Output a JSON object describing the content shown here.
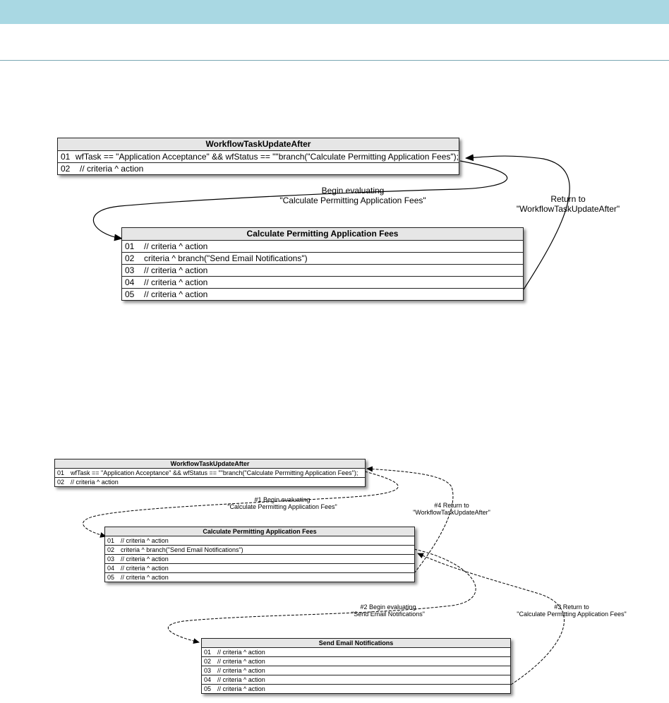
{
  "diagram1": {
    "main": {
      "title": "WorkflowTaskUpdateAfter",
      "rows": [
        {
          "num": "01",
          "text": "wfTask == \"Application Acceptance\" && wfStatus == \"\"branch(\"Calculate Permitting Application Fees\");"
        },
        {
          "num": "02",
          "text": "// criteria ^ action"
        }
      ]
    },
    "fees": {
      "title": "Calculate Permitting Application Fees",
      "rows": [
        {
          "num": "01",
          "text": "// criteria ^ action"
        },
        {
          "num": "02",
          "text": "criteria ^ branch(\"Send Email Notifications\")"
        },
        {
          "num": "03",
          "text": "// criteria ^ action"
        },
        {
          "num": "04",
          "text": "// criteria ^ action"
        },
        {
          "num": "05",
          "text": "// criteria ^ action"
        }
      ]
    },
    "label_begin": [
      "Begin evaluating",
      "\"Calculate Permitting Application Fees\""
    ],
    "label_return": [
      "Return to",
      "\"WorkflowTaskUpdateAfter\""
    ]
  },
  "diagram2": {
    "main": {
      "title": "WorkflowTaskUpdateAfter",
      "rows": [
        {
          "num": "01",
          "text": "wfTask == \"Application Acceptance\" && wfStatus == \"\"branch(\"Calculate Permitting Application Fees\");"
        },
        {
          "num": "02",
          "text": "// criteria ^ action"
        }
      ]
    },
    "fees": {
      "title": "Calculate Permitting Application Fees",
      "rows": [
        {
          "num": "01",
          "text": "// criteria ^ action"
        },
        {
          "num": "02",
          "text": "criteria ^ branch(\"Send Email Notifications\")"
        },
        {
          "num": "03",
          "text": "// criteria ^ action"
        },
        {
          "num": "04",
          "text": "// criteria ^ action"
        },
        {
          "num": "05",
          "text": "// criteria ^ action"
        }
      ]
    },
    "email": {
      "title": "Send Email Notifications",
      "rows": [
        {
          "num": "01",
          "text": "// criteria ^ action"
        },
        {
          "num": "02",
          "text": "// criteria ^ action"
        },
        {
          "num": "03",
          "text": "// criteria ^ action"
        },
        {
          "num": "04",
          "text": "// criteria ^ action"
        },
        {
          "num": "05",
          "text": "// criteria ^ action"
        }
      ]
    },
    "label_1": [
      "#1 Begin evaluating",
      "\"Calculate Permitting Application Fees\""
    ],
    "label_2": [
      "#2 Begin evaluating",
      "\"Send Email Notifications\""
    ],
    "label_3": [
      "#3 Return to",
      "\"Calculate Permitting Application Fees\""
    ],
    "label_4": [
      "#4 Return to",
      "\"WorkflowTaskUpdateAfter\""
    ]
  }
}
